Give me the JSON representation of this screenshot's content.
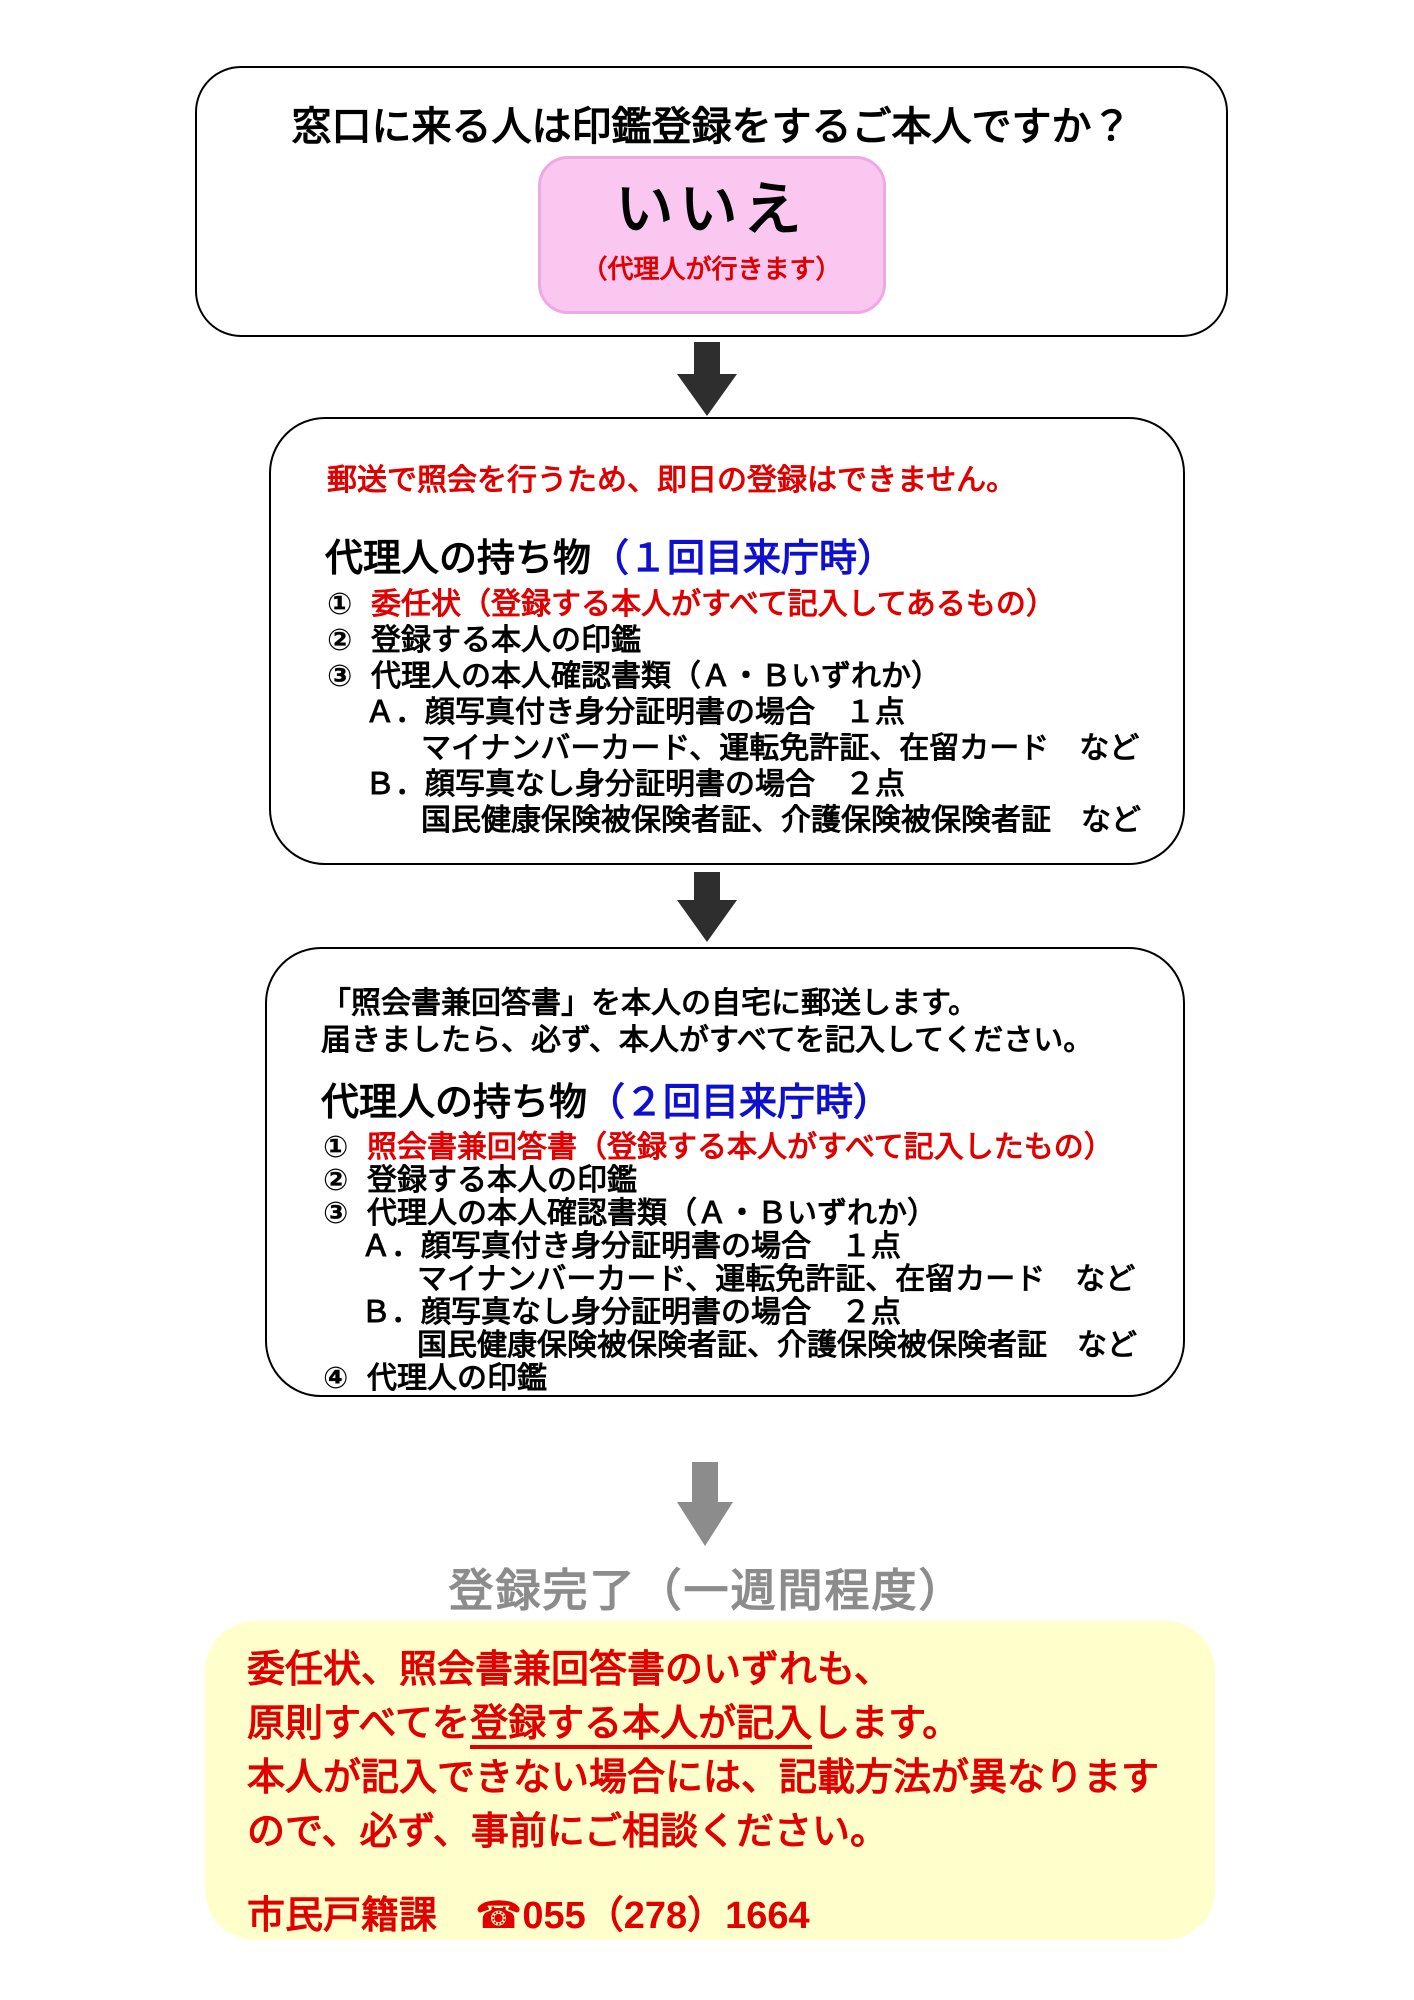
{
  "colors": {
    "red": "#e00000",
    "blue": "#0f0fd0",
    "gray": "#8c8c8c",
    "arrow_dark": "#2e2e2e",
    "pink_fill": "#f9c7f0",
    "pink_border": "#eda9e3",
    "yellow_fill": "#ffffcc"
  },
  "question_box": {
    "title": "窓口に来る人は印鑑登録をするご本人ですか？",
    "answer": "いいえ",
    "answer_note": "（代理人が行きます）"
  },
  "first_visit": {
    "notice": "郵送で照会を行うため、即日の登録はできません。",
    "heading": "代理人の持ち物",
    "heading_note": "（１回目来庁時）",
    "items": [
      {
        "num": "①",
        "text": "委任状（登録する本人がすべて記入してあるもの）"
      },
      {
        "num": "②",
        "text": "登録する本人の印鑑"
      },
      {
        "num": "③",
        "text": "代理人の本人確認書類（Ａ・Ｂいずれか）"
      },
      {
        "num": "Ａ．",
        "text": "顔写真付き身分証明書の場合　１点"
      },
      {
        "num": "",
        "text": "マイナンバーカード、運転免許証、在留カード　など"
      },
      {
        "num": "Ｂ．",
        "text": "顔写真なし身分証明書の場合　２点"
      },
      {
        "num": "",
        "text": "国民健康保険被保険者証、介護保険被保険者証　など"
      }
    ]
  },
  "second_visit": {
    "intro1": "「照会書兼回答書」を本人の自宅に郵送します。",
    "intro2": "届きましたら、必ず、本人がすべてを記入してください。",
    "heading": "代理人の持ち物",
    "heading_note": "（２回目来庁時）",
    "items": [
      {
        "num": "①",
        "text": "照会書兼回答書（登録する本人がすべて記入したもの）"
      },
      {
        "num": "②",
        "text": "登録する本人の印鑑"
      },
      {
        "num": "③",
        "text": "代理人の本人確認書類（Ａ・Ｂいずれか）"
      },
      {
        "num": "Ａ．",
        "text": "顔写真付き身分証明書の場合　１点"
      },
      {
        "num": "",
        "text": "マイナンバーカード、運転免許証、在留カード　など"
      },
      {
        "num": "Ｂ．",
        "text": "顔写真なし身分証明書の場合　２点"
      },
      {
        "num": "",
        "text": "国民健康保険被保険者証、介護保険被保険者証　など"
      },
      {
        "num": "④",
        "text": "代理人の印鑑"
      }
    ]
  },
  "completion": {
    "label": "登録完了（一週間程度）"
  },
  "notes": {
    "line1": "委任状、照会書兼回答書のいずれも、",
    "line2_pre": "原則すべてを",
    "line2_underline": "登録する本人が記入",
    "line2_post": "します。",
    "line3": "本人が記入できない場合には、記載方法が異なります",
    "line4": "ので、必ず、事前にご相談ください。",
    "contact": "市民戸籍課　☎055（278）1664"
  }
}
